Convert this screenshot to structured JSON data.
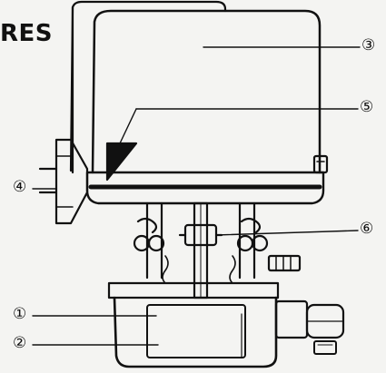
{
  "heading": "RES",
  "callouts": {
    "c1": "①",
    "c2": "②",
    "c3": "③",
    "c4": "④",
    "c5": "⑤",
    "c6": "⑥"
  },
  "colors": {
    "ink": "#111111",
    "paper": "#f4f4f2"
  }
}
